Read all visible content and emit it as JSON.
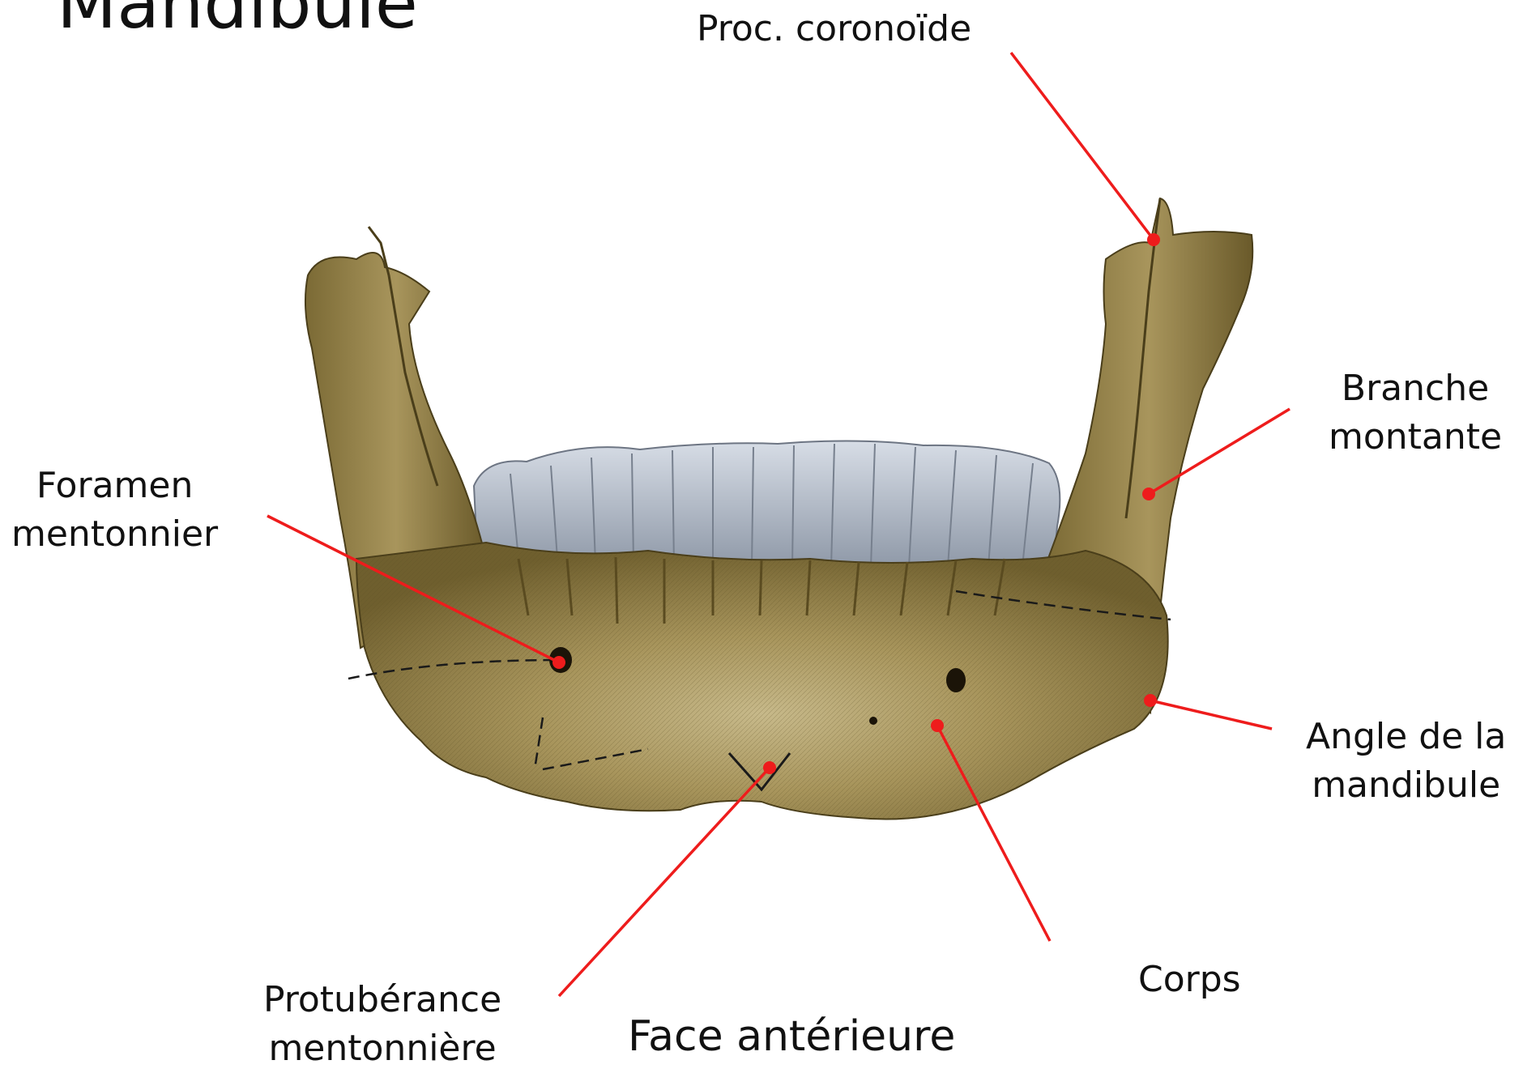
{
  "title": "Mandibule",
  "view": "Face antérieure",
  "labels": {
    "proc_coronoide": "Proc. coronoïde",
    "branche_montante": [
      "Branche",
      "montante"
    ],
    "foramen_mentonnier": [
      "Foramen",
      "mentonnier"
    ],
    "angle_mandibule": [
      "Angle de la",
      "mandibule"
    ],
    "protuberance_mentonniere": [
      "Protubérance",
      "mentonnière"
    ],
    "corps": "Corps"
  },
  "colors": {
    "leader_line": "#ee1c1c",
    "bone": "#8c7a43",
    "bone_light": "#c7b98a",
    "teeth": "#b4bcc8"
  }
}
